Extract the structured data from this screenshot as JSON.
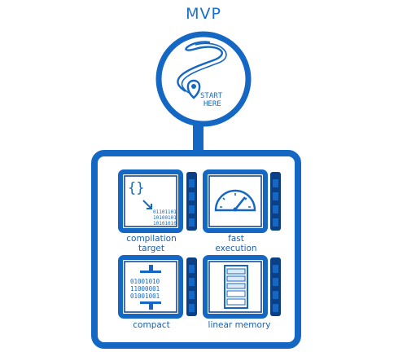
{
  "diagram": {
    "title": "MVP",
    "start_label_line1": "START",
    "start_label_line2": "HERE",
    "modules": [
      {
        "caption": "compilation\ntarget",
        "icon": "braces-binary-icon"
      },
      {
        "caption": "fast\nexecution",
        "icon": "speedometer-icon"
      },
      {
        "caption": "compact",
        "icon": "binary-compress-icon"
      },
      {
        "caption": "linear memory",
        "icon": "memory-bank-icon"
      }
    ],
    "binary_lines_module1": [
      "01101101",
      "10100101",
      "10101010"
    ],
    "binary_lines_module3": [
      "01001010",
      "11000001",
      "01001001"
    ],
    "colors": {
      "primary": "#1468c4",
      "dark": "#0b3f86",
      "light": "#dbe9f8"
    }
  }
}
